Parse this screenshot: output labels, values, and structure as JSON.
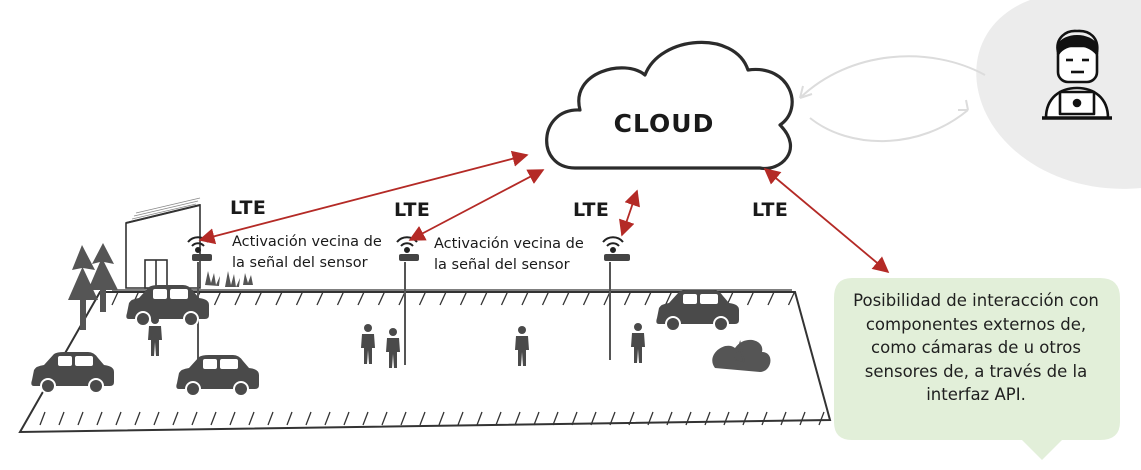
{
  "cloud": {
    "label": "CLOUD"
  },
  "lte_labels": [
    "LTE",
    "LTE",
    "LTE",
    "LTE"
  ],
  "sensor_notes": [
    {
      "line1": "Activación vecina de",
      "line2": "la señal del sensor"
    },
    {
      "line1": "Activación vecina de",
      "line2": "la señal del sensor"
    }
  ],
  "callout": {
    "text": "Posibilidad de interacción con componentes externos de, como cámaras de u otros sensores de, a través de la interfaz API."
  },
  "colors": {
    "arrow": "#b42a26",
    "callout_fill": "#e2efd9",
    "user_panel": "#ececec",
    "vehicle": "#4a4a4a",
    "line_art": "#333333"
  },
  "icons": [
    "cloud-icon",
    "user-laptop-icon",
    "car-icon",
    "person-icon",
    "street-lamp-icon",
    "sensor-icon",
    "tree-icon",
    "bush-icon",
    "building-icon"
  ]
}
